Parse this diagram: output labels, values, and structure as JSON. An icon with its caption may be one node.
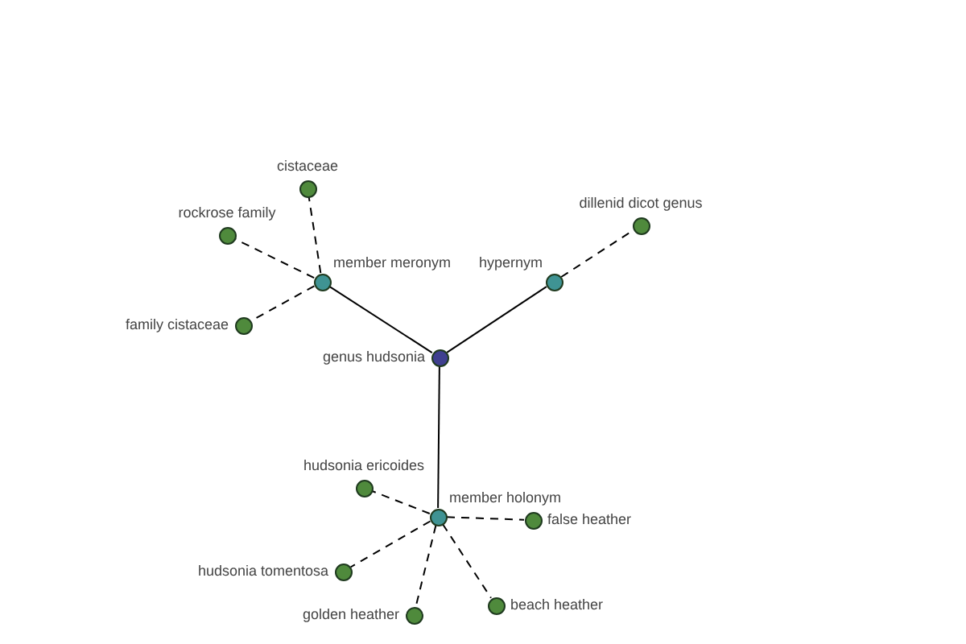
{
  "diagram": {
    "nodes": [
      {
        "text": [],
        "shape": "circle",
        "beside": [
          "cistaceae"
        ]
      },
      {
        "text": [],
        "shape": "circle",
        "beside": [
          "rockrose family"
        ]
      },
      {
        "text": [],
        "shape": "circle",
        "beside": [
          "dillenid dicot genus"
        ]
      },
      {
        "text": [],
        "shape": "circle",
        "beside": [
          "member meronym"
        ]
      },
      {
        "text": [],
        "shape": "circle",
        "beside": [
          "hypernym"
        ]
      },
      {
        "text": [],
        "shape": "circle",
        "beside": [
          "family cistaceae"
        ]
      },
      {
        "text": [],
        "shape": "circle",
        "beside": [
          "genus hudsonia"
        ]
      },
      {
        "text": [],
        "shape": "circle",
        "beside": [
          "hudsonia ericoides"
        ]
      },
      {
        "text": [],
        "shape": "circle",
        "beside": [
          "member holonym"
        ]
      },
      {
        "text": [],
        "shape": "circle",
        "beside": [
          "false heather"
        ]
      },
      {
        "text": [],
        "shape": "circle",
        "beside": [
          "hudsonia tomentosa"
        ]
      },
      {
        "text": [],
        "shape": "circle",
        "beside": [
          "golden heather"
        ]
      },
      {
        "text": [],
        "shape": "circle",
        "beside": [
          "beach heather"
        ]
      }
    ],
    "edges": [
      {
        "from": 6,
        "to": 3,
        "arrow": "none"
      },
      {
        "from": 6,
        "to": 4,
        "arrow": "none"
      },
      {
        "from": 6,
        "to": 8,
        "arrow": "none"
      },
      {
        "from": 3,
        "to": 0,
        "arrow": "none",
        "style": "dashed"
      },
      {
        "from": 3,
        "to": 1,
        "arrow": "none",
        "style": "dashed"
      },
      {
        "from": 3,
        "to": 5,
        "arrow": "none",
        "style": "dashed"
      },
      {
        "from": 4,
        "to": 2,
        "arrow": "none",
        "style": "dashed"
      },
      {
        "from": 8,
        "to": 7,
        "arrow": "none",
        "style": "dashed"
      },
      {
        "from": 8,
        "to": 9,
        "arrow": "none",
        "style": "dashed"
      },
      {
        "from": 8,
        "to": 10,
        "arrow": "none",
        "style": "dashed"
      },
      {
        "from": 8,
        "to": 11,
        "arrow": "none",
        "style": "dashed"
      },
      {
        "from": 8,
        "to": 12,
        "arrow": "none",
        "style": "dashed"
      }
    ]
  }
}
